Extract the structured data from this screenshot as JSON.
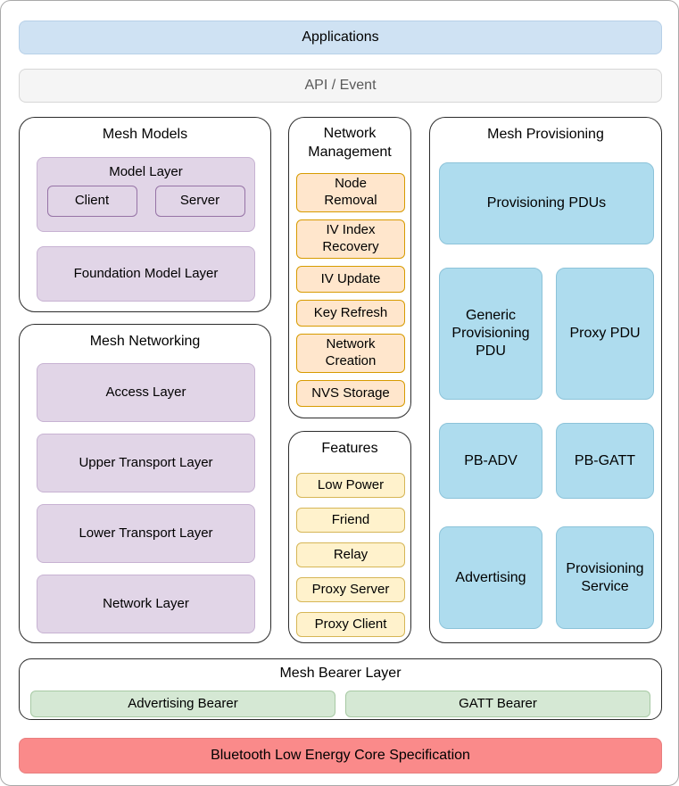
{
  "diagram": {
    "applications": "Applications",
    "api_event": "API / Event",
    "mesh_models": {
      "title": "Mesh Models",
      "model_layer": {
        "title": "Model Layer",
        "items": [
          "Client",
          "Server"
        ]
      },
      "foundation": "Foundation Model Layer"
    },
    "mesh_networking": {
      "title": "Mesh Networking",
      "layers": [
        "Access Layer",
        "Upper Transport Layer",
        "Lower Transport Layer",
        "Network Layer"
      ]
    },
    "network_management": {
      "title": "Network Management",
      "items": [
        "Node Removal",
        "IV Index Recovery",
        "IV Update",
        "Key Refresh",
        "Network Creation",
        "NVS Storage"
      ]
    },
    "features": {
      "title": "Features",
      "items": [
        "Low Power",
        "Friend",
        "Relay",
        "Proxy Server",
        "Proxy Client"
      ]
    },
    "mesh_provisioning": {
      "title": "Mesh Provisioning",
      "provisioning_pdus": "Provisioning PDUs",
      "cells": [
        "Generic Provisioning PDU",
        "Proxy PDU",
        "PB-ADV",
        "PB-GATT",
        "Advertising",
        "Provisioning Service"
      ]
    },
    "mesh_bearer": {
      "title": "Mesh Bearer Layer",
      "items": [
        "Advertising Bearer",
        "GATT Bearer"
      ]
    },
    "ble_core": "Bluetooth Low Energy Core Specification"
  },
  "colors": {
    "applications_fill": "#cfe2f3",
    "api_event_fill": "#f5f5f5",
    "model_purple_fill": "#e1d5e7",
    "model_purple_border": "#9673a6",
    "management_orange_fill": "#ffe6cc",
    "management_orange_border": "#d79b00",
    "features_yellow_fill": "#fff2cc",
    "features_yellow_border": "#d6b656",
    "provisioning_blue_fill": "#aedcee",
    "bearer_green_fill": "#d5e8d4",
    "ble_core_red_fill": "#fa8a8a"
  }
}
